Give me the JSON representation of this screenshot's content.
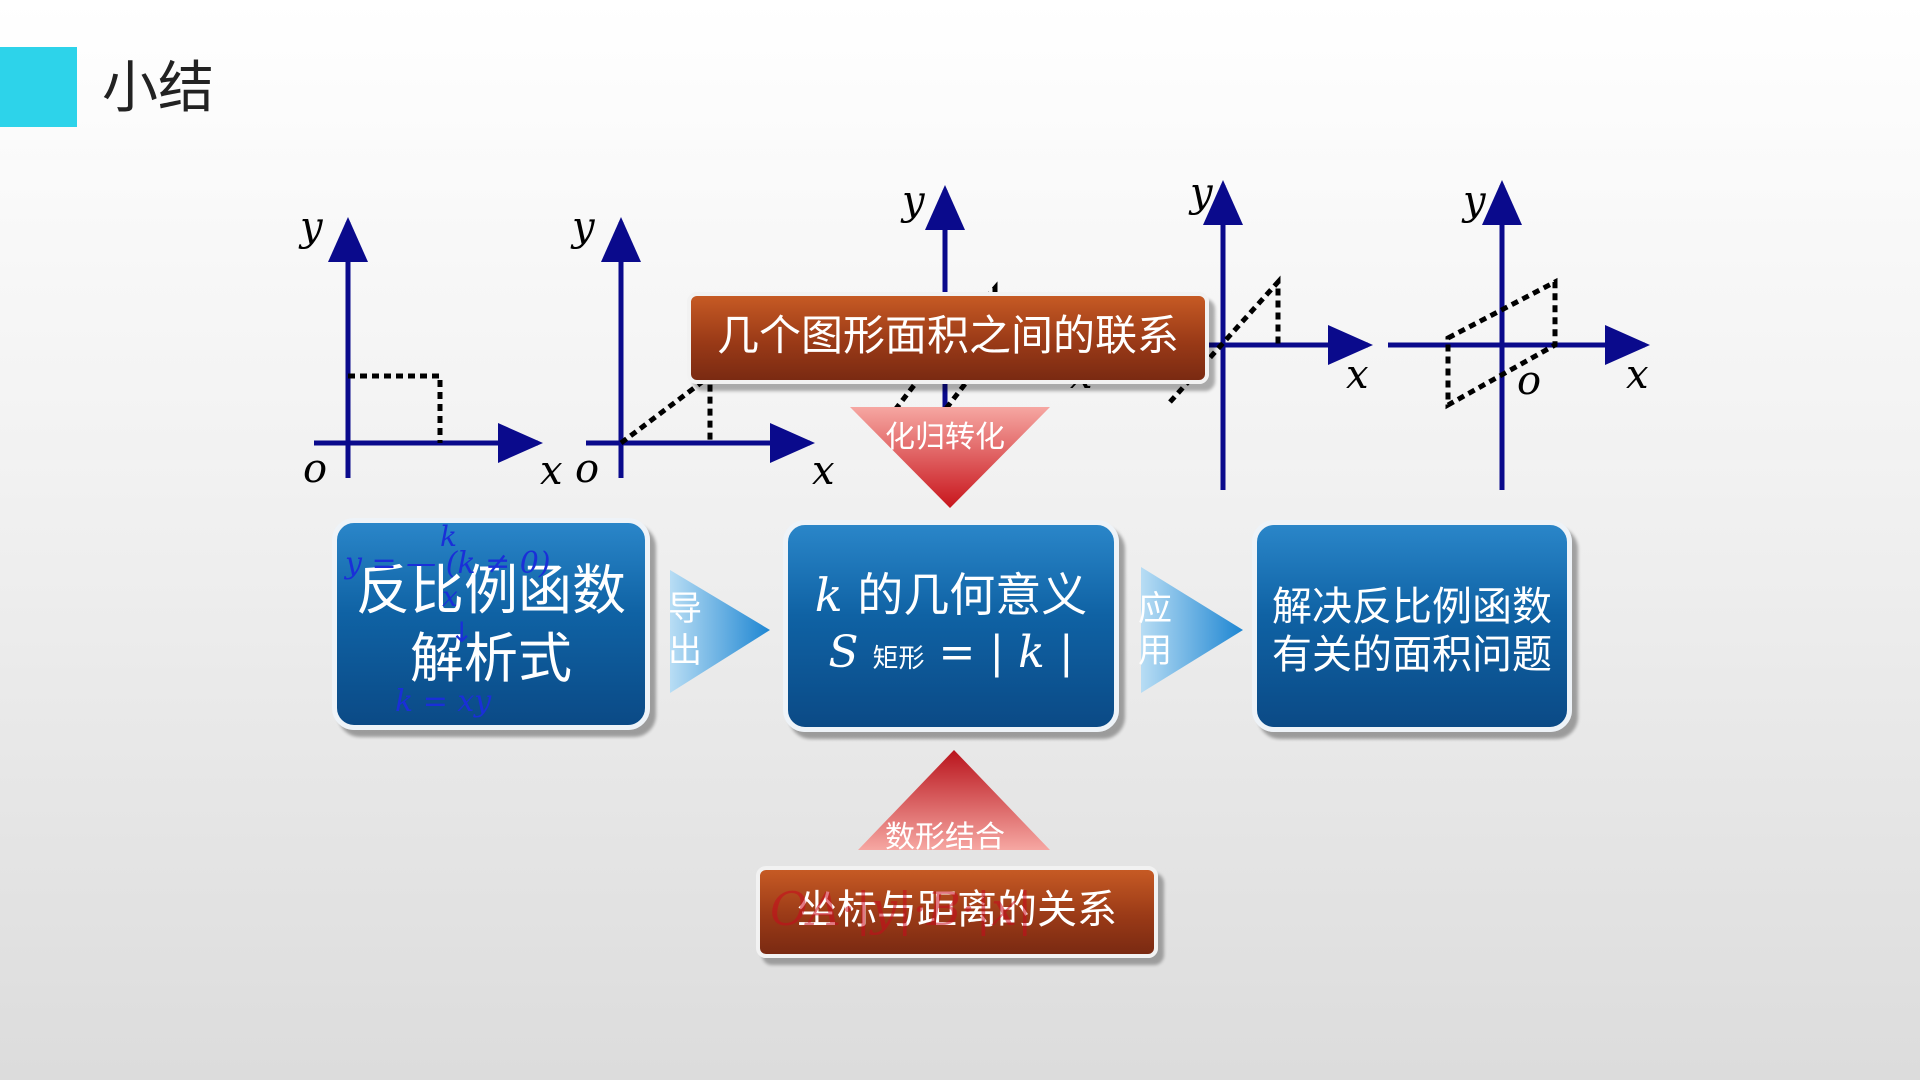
{
  "header": {
    "title": "小结"
  },
  "graph_labels": {
    "y": "y",
    "x": "x",
    "o": "o",
    "o_upper": "O"
  },
  "center_banner": {
    "label": "几个图形面积之间的联系"
  },
  "arrows": {
    "down": "化归转化",
    "up": "数形结合",
    "derive": "导出",
    "apply": "应用"
  },
  "boxes": {
    "left": {
      "line1": "反比例函数",
      "line2": "解析式"
    },
    "center": {
      "line1_var": "k",
      "line1_text": "的几何意义",
      "s": "S",
      "sub": "矩形",
      "eq": "= | k |"
    },
    "right": {
      "line1": "解决反比例函数",
      "line2": "有关的面积问题"
    }
  },
  "formula_overlay": {
    "k_top": "k",
    "line": "y = — (k ≠ 0)",
    "x_den": "x",
    "arrow": "↓",
    "bottom": "k = xy"
  },
  "bottom_banner": {
    "label": "坐标与距离的关系",
    "overlay": "OA·|y|·B·|x|"
  },
  "colors": {
    "accent": "#2dd3ea",
    "axis": "#0a0a8c",
    "blue_box": "#0f62a4",
    "red_box": "#9a3a17"
  }
}
